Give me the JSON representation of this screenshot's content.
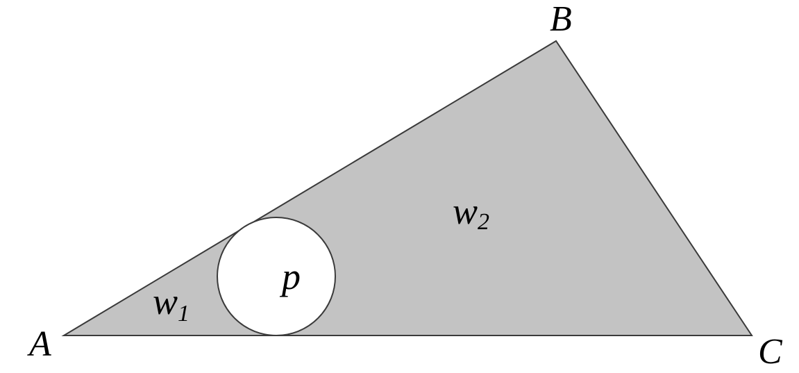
{
  "diagram": {
    "vertices": {
      "a": "A",
      "b": "B",
      "c": "C"
    },
    "regions": {
      "w1": {
        "base": "w",
        "sub": "1"
      },
      "w2": {
        "base": "w",
        "sub": "2"
      },
      "p": "p"
    },
    "colors": {
      "triangle_fill": "#c3c3c3",
      "triangle_stroke": "#3a3a3a",
      "circle_fill": "#ffffff",
      "circle_stroke": "#3a3a3a",
      "background": "#ffffff"
    }
  }
}
